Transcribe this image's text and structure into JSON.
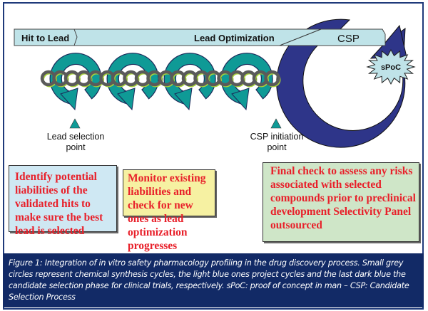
{
  "diagram": {
    "timeline": {
      "phase_1": "Hit to Lead",
      "phase_2": "Lead Optimization",
      "phase_3": "CSP"
    },
    "burst_label": "sPoC",
    "markers": [
      {
        "label_line1": "Lead selection",
        "label_line2": "point"
      },
      {
        "label_line1": "CSP initiation",
        "label_line2": "point"
      }
    ],
    "cycles": {
      "project_cycles": 4,
      "candidate_selection_cycles": 1
    },
    "boxes": [
      {
        "text": "Identify potential liabilities of the validated hits to make sure the best lead is selected"
      },
      {
        "text": "Monitor existing liabilities and check for new ones as lead optimization progresses"
      },
      {
        "text": "Final check to assess any risks associated with selected compounds prior to preclinical development Selectivity Panel outsourced"
      }
    ],
    "colors": {
      "timeline_fill": "#bfe3e8",
      "project_cycle": "#0f9a96",
      "csp_cycle": "#2e3589",
      "chem_cycle": "#5a5a5a",
      "chem_accent": "#a8d33a",
      "box1_bg": "#cfe8f3",
      "box2_bg": "#f6f1a2",
      "box3_bg": "#cfe6c8",
      "box_text": "#e8202a",
      "caption_bg": "#122a66"
    }
  },
  "caption": "Figure 1: Integration of in vitro safety pharmacology profiling in the drug discovery process. Small grey circles represent chemical synthesis cycles, the light blue ones project cycles and the last dark blue the candidate selection phase for clinical trials, respectively.  sPoC: proof of concept in man – CSP:  Candidate Selection Process"
}
